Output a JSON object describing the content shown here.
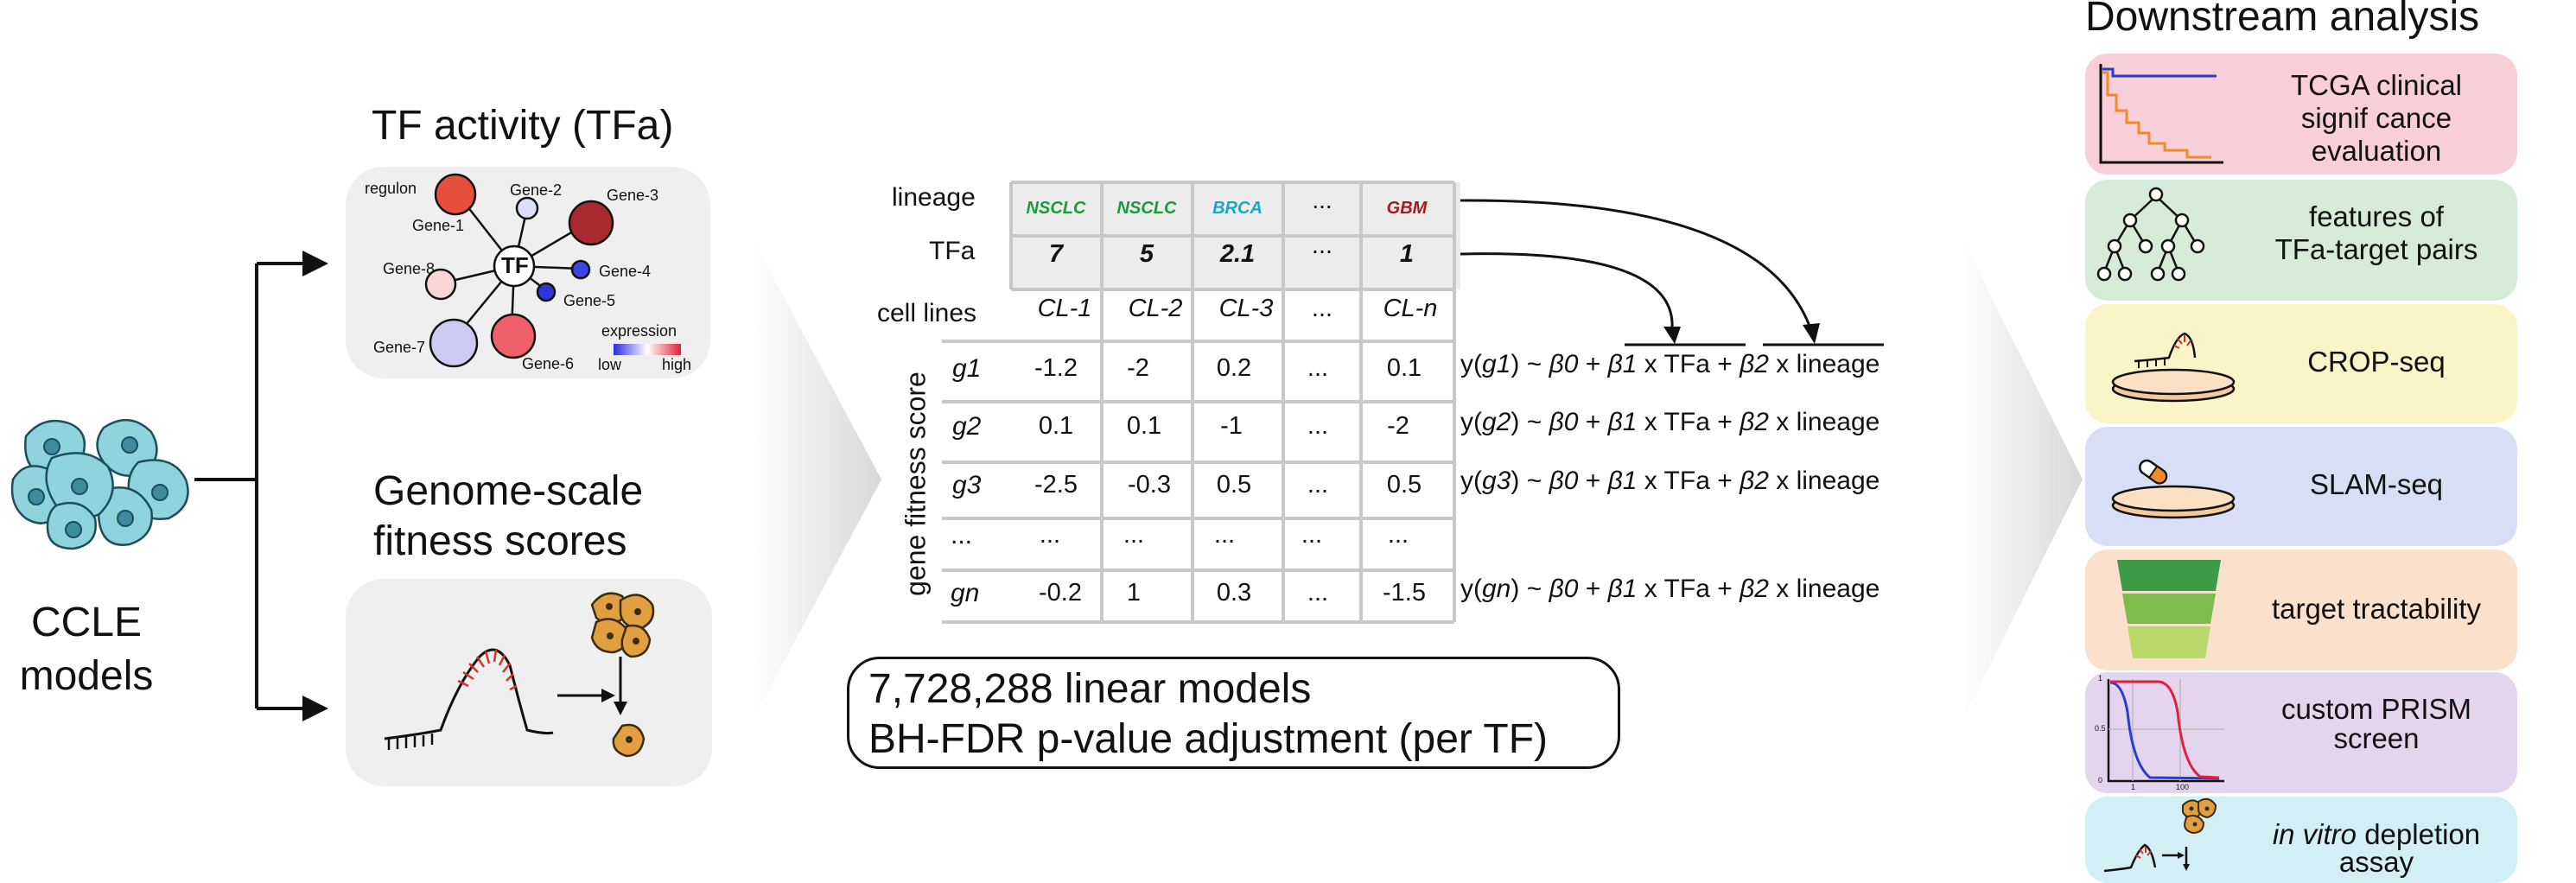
{
  "ccle": {
    "line1": "CCLE",
    "line2": "models"
  },
  "tfa_panel": {
    "title": "TF activity (TFa)",
    "center": "TF",
    "regulon_label": "regulon",
    "genes": [
      "Gene-1",
      "Gene-2",
      "Gene-3",
      "Gene-4",
      "Gene-5",
      "Gene-6",
      "Gene-7",
      "Gene-8"
    ],
    "legend": {
      "title": "expression",
      "low": "low",
      "high": "high"
    }
  },
  "fitness_panel": {
    "title_line1": "Genome-scale",
    "title_line2": "fitness scores"
  },
  "table": {
    "row_lineage": "lineage",
    "row_tfa": "TFa",
    "row_cell_lines": "cell lines",
    "y_label": "gene fitness score",
    "lineages": [
      {
        "text": "NSCLC",
        "color": "#1a9a3a"
      },
      {
        "text": "NSCLC",
        "color": "#1a9a3a"
      },
      {
        "text": "BRCA",
        "color": "#1aa7c9"
      },
      {
        "text": "...",
        "color": "#111111"
      },
      {
        "text": "GBM",
        "color": "#a11d1d"
      }
    ],
    "tfa_values": [
      "7",
      "5",
      "2.1",
      "...",
      "1"
    ],
    "cell_lines": [
      "CL-1",
      "CL-2",
      "CL-3",
      "...",
      "CL-n"
    ],
    "rows": [
      {
        "gene": "g1",
        "values": [
          "-1.2",
          "-2",
          "0.2",
          "...",
          "0.1"
        ]
      },
      {
        "gene": "g2",
        "values": [
          "0.1",
          "0.1",
          "-1",
          "...",
          "-2"
        ]
      },
      {
        "gene": "g3",
        "values": [
          "-2.5",
          "-0.3",
          "0.5",
          "...",
          "0.5"
        ]
      },
      {
        "gene": "...",
        "values": [
          "...",
          "...",
          "...",
          "...",
          "..."
        ]
      },
      {
        "gene": "gn",
        "values": [
          "-0.2",
          "1",
          "0.3",
          "...",
          "-1.5"
        ]
      }
    ]
  },
  "equations": [
    {
      "gene": "g1"
    },
    {
      "gene": "g2"
    },
    {
      "gene": "g3"
    },
    {
      "gene": "gn"
    }
  ],
  "equation_parts": {
    "y_open": "y(",
    "rest_a": ") ~ ",
    "b0": "β0",
    "plus1": " + ",
    "b1": "β1",
    "x_tfa": " x TFa + ",
    "b2": "β2",
    "x_lineage": " x lineage"
  },
  "summary": {
    "line1": "7,728,288 linear models",
    "line2": "BH-FDR p-value adjustment (per TF)"
  },
  "downstream": {
    "title": "Downstream analysis",
    "items": [
      {
        "line1": "TCGA clinical",
        "line2": "signif cance evaluation",
        "color": "#f8cfd8"
      },
      {
        "line1": "features of",
        "line2": "TFa-target pairs",
        "color": "#d6ecd8"
      },
      {
        "line1": "CROP-seq",
        "line2": "",
        "color": "#fbf4c6"
      },
      {
        "line1": "SLAM-seq",
        "line2": "",
        "color": "#d8def5"
      },
      {
        "line1": "target tractability",
        "line2": "",
        "color": "#fbe0cc"
      },
      {
        "line1": "custom PRISM",
        "line2": "screen",
        "color": "#e4d4ee"
      },
      {
        "line1": "in vitro",
        "line1b": " depletion",
        "line2": "assay",
        "color": "#d2eff6"
      }
    ],
    "prism_ticks": {
      "y_top": "1",
      "y_mid": "0.5",
      "y_bot": "0",
      "x_1": "1",
      "x_100": "100"
    }
  }
}
